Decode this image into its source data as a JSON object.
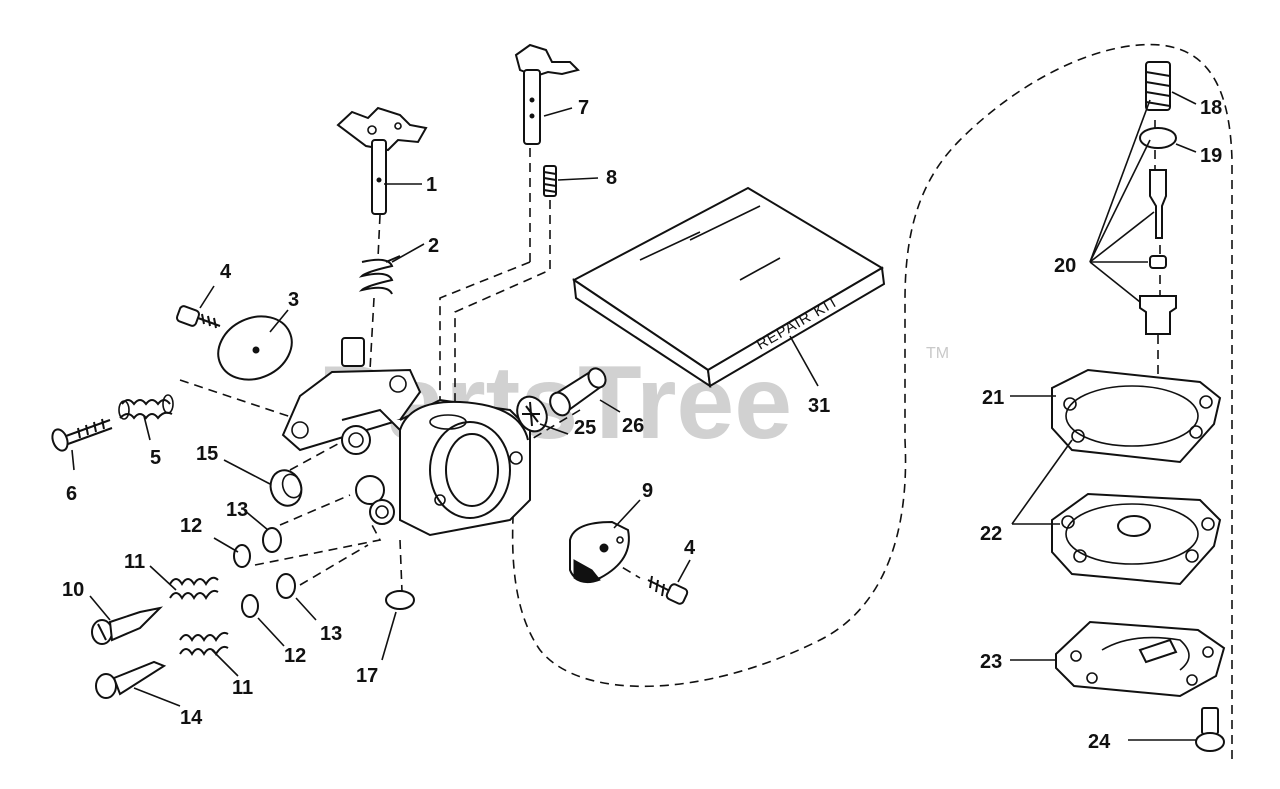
{
  "diagram": {
    "watermark": "PartsTree",
    "trademark": "TM",
    "kit_label": "REPAIR KIT",
    "callouts": {
      "c1": "1",
      "c2": "2",
      "c3": "3",
      "c4a": "4",
      "c4b": "4",
      "c5": "5",
      "c6": "6",
      "c7": "7",
      "c8": "8",
      "c9": "9",
      "c10": "10",
      "c11a": "11",
      "c11b": "11",
      "c12a": "12",
      "c12b": "12",
      "c13a": "13",
      "c13b": "13",
      "c14": "14",
      "c15": "15",
      "c17": "17",
      "c18": "18",
      "c19": "19",
      "c20": "20",
      "c21": "21",
      "c22": "22",
      "c23": "23",
      "c24": "24",
      "c25": "25",
      "c26": "26",
      "c31": "31"
    }
  }
}
